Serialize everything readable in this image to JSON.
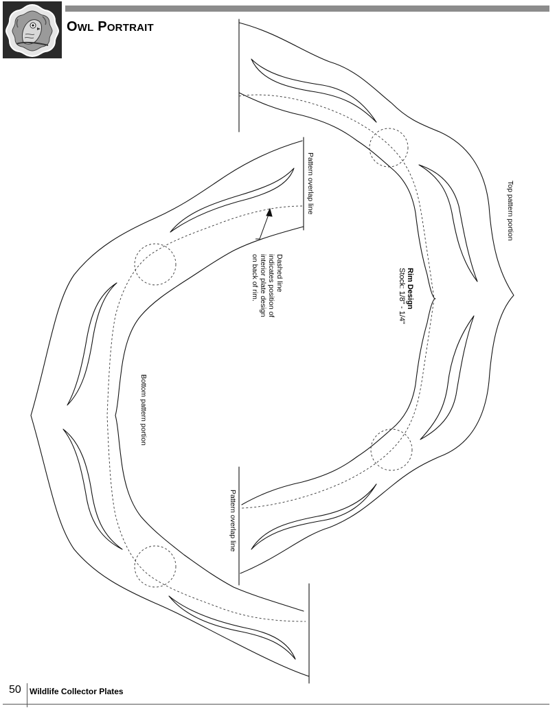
{
  "header": {
    "title_cap1": "O",
    "title_rest1": "WL",
    "title_cap2": "P",
    "title_rest2": "ORTRAIT",
    "bar_color": "#8c8c8c",
    "logo_icon": "owl-medallion-icon"
  },
  "labels": {
    "top_portion": "Top pattern portion",
    "bottom_portion": "Bottom pattern portion",
    "overlap_top": "Pattern overlap line",
    "overlap_bottom": "Pattern overlap line",
    "dashed_note": [
      "Dashed line",
      "indicates position of",
      "interior plate design",
      "on back of rim."
    ],
    "rim_title": "Rim Design",
    "rim_stock": "Stock: 1/8\" - 1/4\""
  },
  "footer": {
    "page_number": "50",
    "book_title": "Wildlife Collector Plates"
  }
}
